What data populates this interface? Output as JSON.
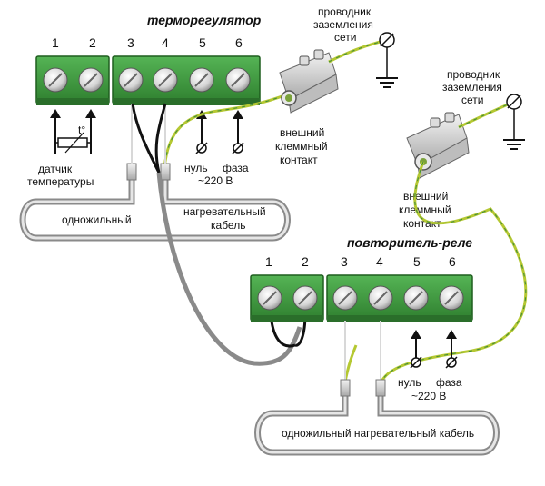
{
  "thermostat": {
    "title": "терморегулятор",
    "terminals": [
      "1",
      "2",
      "3",
      "4",
      "5",
      "6"
    ],
    "sensor_label": [
      "датчик",
      "температуры"
    ],
    "sensor_symbol": "t°",
    "null_label": "нуль",
    "phase_label": "фаза",
    "voltage_label": "~220 В",
    "single_core_label": "одножильный",
    "heating_cable_label": [
      "нагревательный",
      "кабель"
    ]
  },
  "ground_top": {
    "label": [
      "проводник",
      "заземления",
      "сети"
    ],
    "contact_label": [
      "внешний",
      "клеммный",
      "контакт"
    ]
  },
  "ground_right": {
    "label": [
      "проводник",
      "заземления",
      "сети"
    ],
    "contact_label": [
      "внешний",
      "клеммный",
      "контакт"
    ]
  },
  "relay": {
    "title": "повторитель-реле",
    "terminals": [
      "1",
      "2",
      "3",
      "4",
      "5",
      "6"
    ],
    "null_label": "нуль",
    "phase_label": "фаза",
    "voltage_label": "~220 В",
    "cable_label": "одножильный нагревательный кабель"
  },
  "colors": {
    "terminal_green": "#3d9a3d",
    "terminal_dark": "#1f5e1f",
    "ground_wire": "#b5c832",
    "cable_gray": "#8a8a8a",
    "black_wire": "#111111"
  }
}
